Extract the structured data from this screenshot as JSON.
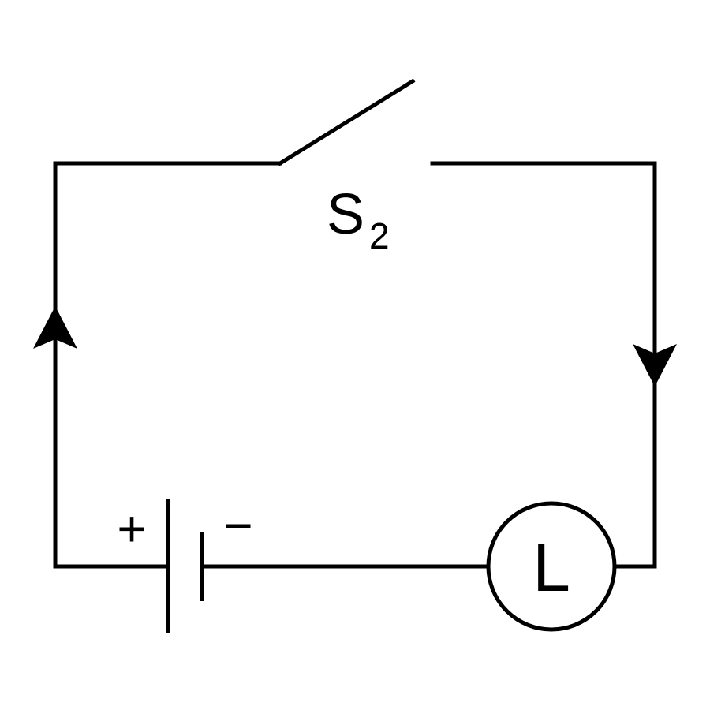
{
  "switch": {
    "label": "S",
    "subscript": "2"
  },
  "battery": {
    "positive_sign": "+",
    "negative_sign": "−"
  },
  "lamp": {
    "label": "L"
  },
  "current_direction": "clockwise",
  "colors": {
    "line": "#000000",
    "background": "#ffffff"
  }
}
